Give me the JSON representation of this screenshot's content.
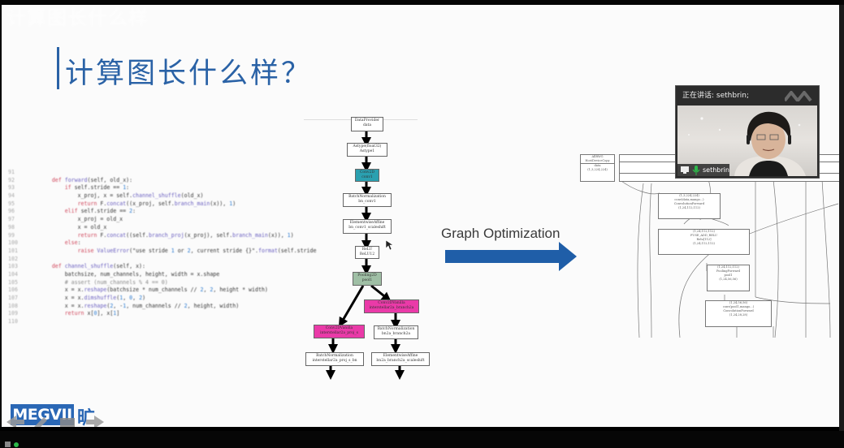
{
  "overlay": {
    "title": "计算图长什么样"
  },
  "slide": {
    "title": "计算图长什么样？",
    "code": {
      "lines": [
        {
          "n": "91",
          "text": ""
        },
        {
          "n": "92",
          "text": "def forward(self, old_x):"
        },
        {
          "n": "93",
          "text": "    if self.stride == 1:"
        },
        {
          "n": "94",
          "text": "        x_proj, x = self.channel_shuffle(old_x)"
        },
        {
          "n": "95",
          "text": "        return F.concat((x_proj, self.branch_main(x)), 1)"
        },
        {
          "n": "96",
          "text": "    elif self.stride == 2:"
        },
        {
          "n": "97",
          "text": "        x_proj = old_x"
        },
        {
          "n": "98",
          "text": "        x = old_x"
        },
        {
          "n": "99",
          "text": "        return F.concat((self.branch_proj(x_proj), self.branch_main(x)), 1)"
        },
        {
          "n": "100",
          "text": "    else:"
        },
        {
          "n": "101",
          "text": "        raise ValueError(\"use stride 1 or 2, current stride {}\".format(self.stride"
        },
        {
          "n": "102",
          "text": ""
        },
        {
          "n": "103",
          "text": "def channel_shuffle(self, x):"
        },
        {
          "n": "104",
          "text": "    batchsize, num_channels, height, width = x.shape"
        },
        {
          "n": "105",
          "text": "    # assert (num_channels % 4 == 0)"
        },
        {
          "n": "106",
          "text": "    x = x.reshape(batchsize * num_channels // 2, 2, height * width)"
        },
        {
          "n": "107",
          "text": "    x = x.dimshuffle(1, 0, 2)"
        },
        {
          "n": "108",
          "text": "    x = x.reshape(2, -1, num_channels // 2, height, width)"
        },
        {
          "n": "109",
          "text": "    return x[0], x[1]"
        },
        {
          "n": "110",
          "text": ""
        }
      ]
    },
    "left_graph": {
      "nodes": [
        {
          "id": "n1",
          "line1": "DataProvider",
          "line2": "data",
          "style": "plain"
        },
        {
          "id": "n2",
          "line1": "Astype(float32)",
          "line2": "Astype1",
          "style": "plain"
        },
        {
          "id": "n3",
          "line1": "Conv2D",
          "line2": "conv1",
          "style": "teal"
        },
        {
          "id": "n4",
          "line1": "BatchNormalization",
          "line2": "bn_conv1",
          "style": "plain"
        },
        {
          "id": "n5",
          "line1": "ElementwiseAffine",
          "line2": "bn_conv1_scaleshift",
          "style": "plain"
        },
        {
          "id": "n6",
          "line1": "ReLU",
          "line2": "ReLU12",
          "style": "plain"
        },
        {
          "id": "n7",
          "line1": "Pooling2D",
          "line2": "pool1",
          "style": "green"
        },
        {
          "id": "n8",
          "line1": "Conv2DVanilla",
          "line2": "interstellar2a_branch2a",
          "style": "pink"
        },
        {
          "id": "n9",
          "line1": "Conv2DVanilla",
          "line2": "interstellar2a_proj_s",
          "style": "pink"
        },
        {
          "id": "n10",
          "line1": "BatchNormalization",
          "line2": "bn2a_branch2a",
          "style": "plain"
        },
        {
          "id": "n11",
          "line1": "BatchNormalization",
          "line2": "interstellar2a_proj_s_bn",
          "style": "plain"
        },
        {
          "id": "n12",
          "line1": "ElementwiseAffine",
          "line2": "bn2a_branch2a_scaleshift",
          "style": "plain"
        }
      ]
    },
    "arrow_label": "Graph Optimization",
    "right_graph": {
      "nodes": [
        {
          "id": "r1",
          "lines": [
            "AllRWG",
            "HostDeviceCopy",
            "data",
            "(1,3,224,224)"
          ]
        },
        {
          "id": "r2",
          "lines": [
            "(1,3,224,224)",
            "(24,3,3,3)",
            "conv(data,mango...)",
            "ConvolutionForward",
            "(1,24,112,112)"
          ]
        },
        {
          "id": "r3",
          "lines": [
            "(1,24,1,1)",
            "(1,24,112,112)",
            "FUSE_ADD_RELU",
            "Elemwise",
            "Relu[112]",
            "(1,24,112,112)"
          ]
        },
        {
          "id": "r4",
          "lines": [
            "(1,24,112,112)",
            "pooling(Relu)",
            "PoolingForward",
            "pool1",
            "(1,24,56,56)"
          ]
        },
        {
          "id": "r5",
          "lines": [
            "(1,24,56,56)",
            "(24,1,1,3,3)",
            "conv(pool1,mango...)",
            "ConvolutionForward",
            "(1,24,28,28)"
          ]
        }
      ]
    }
  },
  "video": {
    "header_label": "正在讲话: sethbrin;",
    "footer_name": "sethbrin",
    "icons": [
      "screen-share-icon",
      "microphone-icon"
    ]
  },
  "logo": {
    "brand_en": "MEGVII",
    "brand_cn": "旷视"
  },
  "nav": {
    "icons": [
      "back-arrow-icon",
      "pen-icon",
      "slides-icon",
      "forward-arrow-icon"
    ]
  },
  "colors": {
    "title_blue": "#2a62a6",
    "brand_blue": "#2a67b5",
    "conv_teal": "#2aa0b0",
    "pool_green": "#9fbfa5",
    "vanilla_pink": "#ea3aa8",
    "arrow_blue": "#1f5ea8"
  }
}
